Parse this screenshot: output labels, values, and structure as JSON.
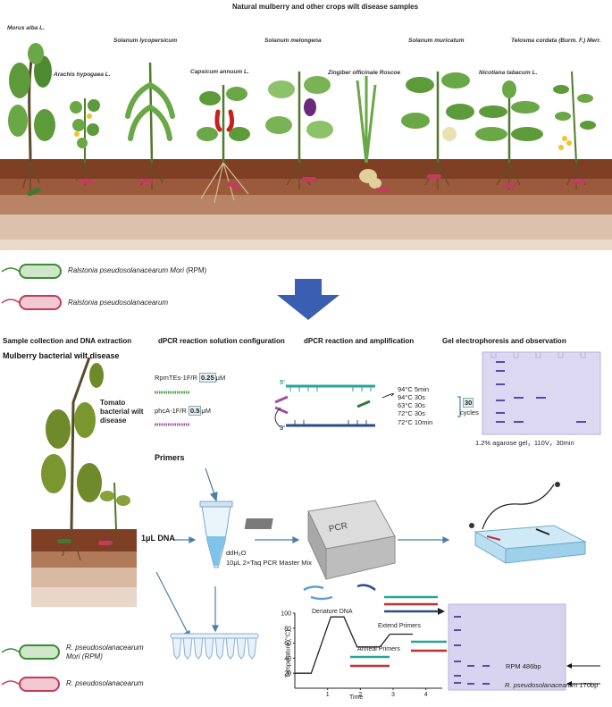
{
  "top": {
    "title": "Natural mulberry and other crops wilt disease samples",
    "plants": [
      {
        "key": "morus",
        "label": "Morus alba L."
      },
      {
        "key": "arachis",
        "label": "Arachis hypogaea L."
      },
      {
        "key": "solanum_lyco",
        "label": "Solanum lycopersicum"
      },
      {
        "key": "capsicum",
        "label": "Capsicum annuum L."
      },
      {
        "key": "solanum_melo",
        "label": "Solanum melongena"
      },
      {
        "key": "zingiber",
        "label": "Zingiber officinale Roscoe"
      },
      {
        "key": "solanum_muri",
        "label": "Solanum muricatum"
      },
      {
        "key": "nicotiana",
        "label": "Nicotiana tabacum L."
      },
      {
        "key": "telosma",
        "label": "Telosma cordata (Burm. F.) Merr."
      }
    ]
  },
  "legend_top": [
    {
      "text": "Ralstonia pseudosolanacearum Mori",
      "suffix": " (RPM)",
      "color": "#3c8a3a"
    },
    {
      "text": "Ralstonia pseudosolanacearum",
      "suffix": "",
      "color": "#c23c5c"
    }
  ],
  "steps": {
    "sample": "Sample collection and DNA extraction",
    "config": "dPCR reaction solution configuration",
    "amp": "dPCR reaction and amplification",
    "gel": "Gel electrophoresis and observation"
  },
  "left": {
    "mulberry_title": "Mulberry bacterial wilt disease",
    "tomato_title": "Tomato bacterial wilt disease",
    "dna_label": "1μL DNA"
  },
  "primers": {
    "rpm_name": "RpmTEs-1F/R",
    "rpm_conc": "0.25",
    "phca_name": "phcA-1F/R",
    "phca_conc": "0.5",
    "unit": "μM",
    "title": "Primers"
  },
  "mix": {
    "water": "ddH₂O",
    "master": "10μL 2×Taq PCR Master Mix"
  },
  "pcr_program": {
    "steps": [
      "94°C 5min",
      "94°C 30s",
      "63°C 30s",
      "72°C 30s",
      "72°C 10min"
    ],
    "cycles_num": "30",
    "cycles_label": "cycles",
    "five_prime": "5'",
    "three_prime": "3'"
  },
  "pcr_machine": {
    "label": "PCR"
  },
  "gel": {
    "caption": "1.2% agarose gel，110V，30min",
    "rpm_band": "RPM 486bp",
    "rp_band_species": "R. pseudosolanacearum",
    "rp_band_size": " 170bp"
  },
  "thermal": {
    "ylabel": "Temperature (°C)",
    "xlabel": "Time",
    "y_ticks": [
      "100",
      "80",
      "60",
      "40",
      "20"
    ],
    "x_ticks": [
      "1",
      "2",
      "3",
      "4"
    ],
    "denature": "Denature DNA",
    "anneal": "Anneal Primers",
    "extend": "Extend Primers",
    "profile_temperature_c": [
      20,
      20,
      95,
      95,
      55,
      55,
      72,
      72
    ],
    "profile_time": [
      0,
      0.5,
      1.1,
      1.5,
      1.9,
      2.6,
      2.9,
      3.6
    ]
  },
  "legend_bottom": [
    {
      "line1": "R. pseudosolanacearum",
      "line2": "Mori (RPM)",
      "color": "#3c8a3a"
    },
    {
      "line1": "R. pseudosolanacearum",
      "line2": "",
      "color": "#c23c5c"
    }
  ],
  "colors": {
    "soil_top": "#8a4a2e",
    "soil_mid": "#b07a5a",
    "soil_low": "#d9b9a2",
    "arrow_blue": "#3a5fb0",
    "gel_purple": "#d8d4ef",
    "band": "#5b4aa8"
  }
}
